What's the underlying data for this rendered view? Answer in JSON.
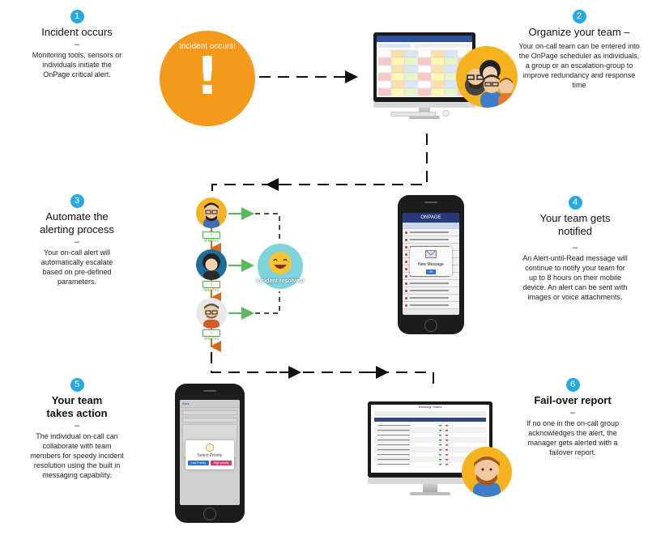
{
  "steps": [
    {
      "num": "1",
      "title": "Incident occurs",
      "dash": "–",
      "desc": "Monitoring tools, sensors or individuals initiate the OnPage critical alert."
    },
    {
      "num": "2",
      "title": "Organize your team –",
      "desc": "Your on-call team can be entered into the OnPage scheduler as individuals, a group or an escalation-group to improve redundancy and response time"
    },
    {
      "num": "3",
      "title": "Automate the alerting process",
      "dash": "–",
      "desc": "Your on-call alert will automatically escalate based on pre-defined parameters."
    },
    {
      "num": "4",
      "title": "Your team gets notified",
      "dash": "–",
      "desc": "An Alert-until-Read message will continue to notify your team for up to 8 hours on their mobile device. An alert can be sent with images or voice attachments."
    },
    {
      "num": "5",
      "title": "Your team takes action",
      "dash": "–",
      "desc": "The individual on-call can collaborate with team members for speedy incident resolution using the built in messaging capability."
    },
    {
      "num": "6",
      "title": "Fail-over report",
      "dash": "–",
      "desc": "If no one in the on-call group acknowledges the alert, the manager gets alerted with a failover report."
    }
  ],
  "incident_badge": {
    "label": "Incident occurs!",
    "symbol": "!"
  },
  "escalation": {
    "timer_label": "5 MINUTES",
    "resolved_label": "incident resolved!"
  },
  "phone_notify": {
    "brand": "ONPAGE",
    "popup_title": "New Message",
    "popup_button": "OK"
  },
  "phone_action": {
    "dialog_title": "Select Priority",
    "btn_low": "Low Priority",
    "btn_high": "High priority",
    "back_label": "Back"
  },
  "report_monitor": {
    "title": "Message Status"
  },
  "colors": {
    "accent_blue": "#29a9e1",
    "incident_orange": "#f39a1d",
    "arrow_green": "#5cb85c",
    "timer_orange": "#d66a1f",
    "connector": "#111111"
  }
}
